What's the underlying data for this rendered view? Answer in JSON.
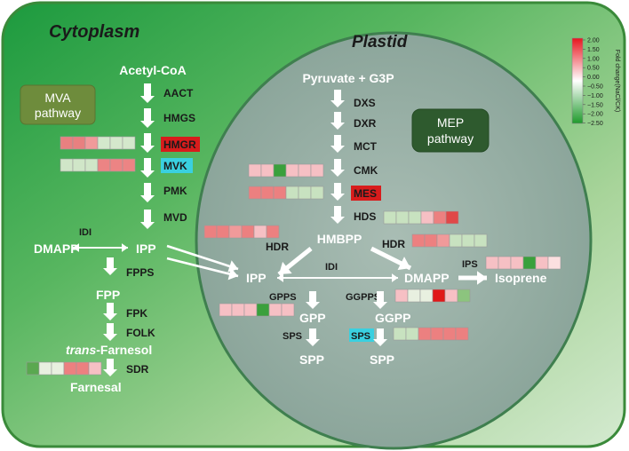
{
  "compartments": {
    "cytoplasm": "Cytoplasm",
    "plastid": "Plastid"
  },
  "pathway_boxes": {
    "mva": [
      "MVA",
      "pathway"
    ],
    "mep": [
      "MEP",
      "pathway"
    ]
  },
  "metabolites": {
    "acetyl_coa": "Acetyl-CoA",
    "dmapp_cyto": "DMAPP",
    "ipp_cyto": "IPP",
    "fpp": "FPP",
    "farnesol_italic": "trans",
    "farnesol_rest": "-Farnesol",
    "farnesal": "Farnesal",
    "pyruvate_g3p": "Pyruvate + G3P",
    "hmbpp": "HMBPP",
    "ipp_plastid": "IPP",
    "dmapp_plastid": "DMAPP",
    "isoprene": "Isoprene",
    "gpp": "GPP",
    "ggpp": "GGPP",
    "spp_left": "SPP",
    "spp_right": "SPP"
  },
  "enzymes": {
    "aact": "AACT",
    "hmgs": "HMGS",
    "hmgr": "HMGR",
    "mvk": "MVK",
    "pmk": "PMK",
    "mvd": "MVD",
    "idi_cyto": "IDI",
    "fpps": "FPPS",
    "fpk": "FPK",
    "folk": "FOLK",
    "sdr": "SDR",
    "dxs": "DXS",
    "dxr": "DXR",
    "mct": "MCT",
    "cmk": "CMK",
    "mes": "MES",
    "hds": "HDS",
    "hdr_left": "HDR",
    "hdr_right": "HDR",
    "idi_plastid": "IDI",
    "ips": "IPS",
    "gpps": "GPPS",
    "ggpps": "GGPPS",
    "sps": "SPS"
  },
  "legend": {
    "title": "Fold change(NaCl/CK)",
    "ticks": [
      "2.00",
      "1.50",
      "1.00",
      "0.50",
      "0.00",
      "−0.50",
      "−1.00",
      "−1.50",
      "−2.00",
      "−2.50"
    ],
    "colors": [
      "#e8151e",
      "#ffffff",
      "#1e9a2b"
    ]
  },
  "heatmaps": {
    "hmgr": [
      "#e88080",
      "#e88080",
      "#f09a9a",
      "#d4e8cc",
      "#d4e8cc",
      "#d4e8cc"
    ],
    "mvk": [
      "#d0e6c8",
      "#d0e6c8",
      "#d0e6c8",
      "#ec8484",
      "#ec8484",
      "#ec8484"
    ],
    "cmk": [
      "#f6c0c4",
      "#f6c0c4",
      "#3aa03c",
      "#f6c0c4",
      "#f6c0c4",
      "#f6c0c4"
    ],
    "mes": [
      "#ec8080",
      "#ec8080",
      "#ec8080",
      "#c8e2c0",
      "#c8e2c0",
      "#c8e2c0"
    ],
    "hds": [
      "#c8e2c0",
      "#c8e2c0",
      "#c8e2c0",
      "#f6c0c4",
      "#ec8080",
      "#e04848"
    ],
    "hdr_left": [
      "#ec8080",
      "#ec8080",
      "#f09a9a",
      "#ec8080",
      "#f6c0c4",
      "#ec8080"
    ],
    "hdr_right": [
      "#ec8080",
      "#ec8080",
      "#f09a9a",
      "#c8e2c0",
      "#c8e2c0",
      "#c8e2c0"
    ],
    "ips": [
      "#f6c0c4",
      "#f6c0c4",
      "#f6c0c4",
      "#3aa03c",
      "#f6c0c4",
      "#fbe0e0"
    ],
    "gpps": [
      "#f6c0c4",
      "#f6c0c4",
      "#f6c0c4",
      "#3aa03c",
      "#f6c0c4",
      "#f6c0c4"
    ],
    "ggpps": [
      "#f6c0c4",
      "#e8f0e0",
      "#e8f0e0",
      "#e01818",
      "#f6c0c4",
      "#8cc47e"
    ],
    "sps": [
      "#c8e2c0",
      "#c8e2c0",
      "#ec8080",
      "#ec8080",
      "#ec8080",
      "#ec8080"
    ],
    "sdr": [
      "#5aa850",
      "#e8f0e0",
      "#e8f0e0",
      "#ec8080",
      "#ec8080",
      "#f6c0c4"
    ]
  }
}
